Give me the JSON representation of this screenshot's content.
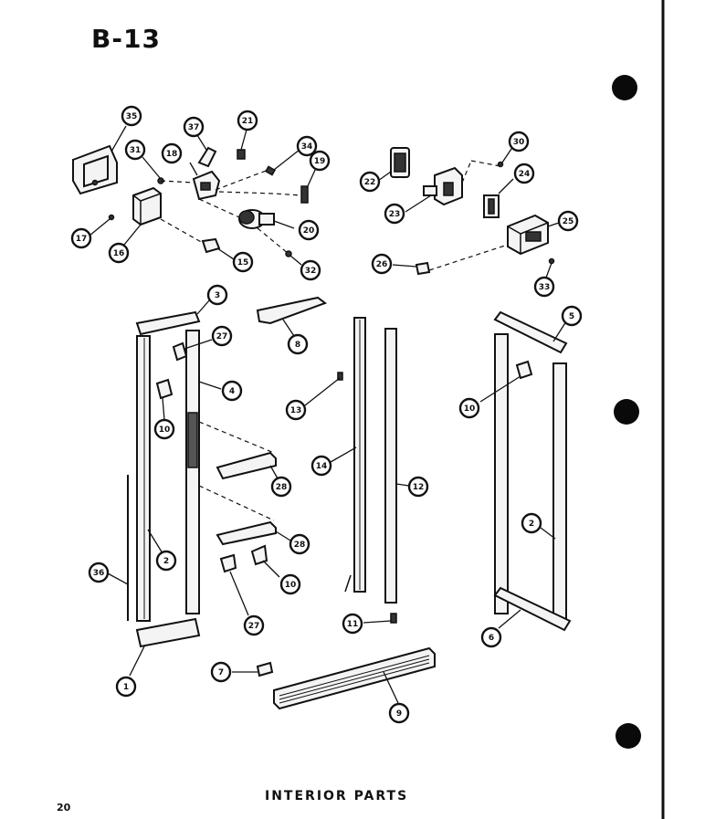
{
  "header": {
    "page_code": "B-13"
  },
  "footer": {
    "caption": "INTERIOR PARTS",
    "page_number": "20"
  },
  "callouts": {
    "c35": "35",
    "c37": "37",
    "c21": "21",
    "c18a": "18",
    "c34": "34",
    "c19": "19",
    "c31": "31",
    "c20": "20",
    "c16": "16",
    "c17": "17",
    "c15": "15",
    "c32": "32",
    "c22": "22",
    "c23": "23",
    "c30": "30",
    "c24": "24",
    "c25": "25",
    "c26": "26",
    "c33": "33",
    "c3": "3",
    "c27a": "27",
    "c8": "8",
    "c4": "4",
    "c10a": "10",
    "c13": "13",
    "c14": "14",
    "c12": "12",
    "c5": "5",
    "c10b": "10",
    "c28a": "28",
    "c28b": "28",
    "c2a": "2",
    "c36": "36",
    "c10c": "10",
    "c27b": "27",
    "c2b": "2",
    "c11": "11",
    "c6": "6",
    "c1": "1",
    "c7": "7",
    "c9": "9"
  }
}
